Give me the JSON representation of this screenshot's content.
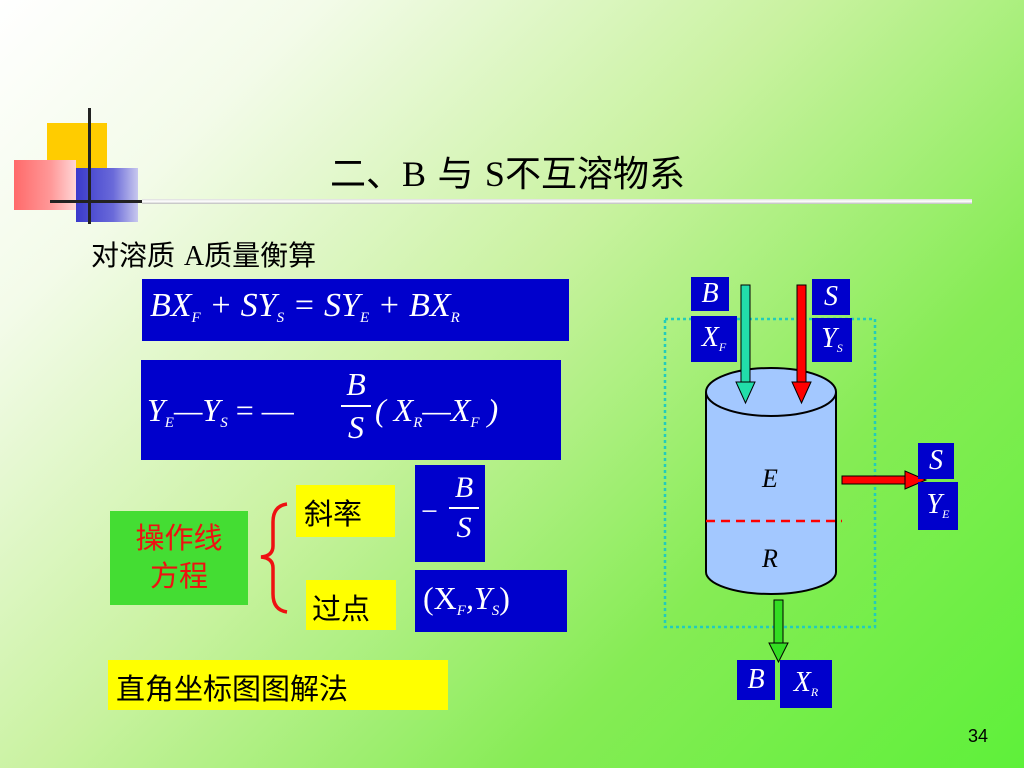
{
  "slide": {
    "title_pre": "二、",
    "title_b": "B",
    "title_mid": " 与 ",
    "title_s": "S",
    "title_post": "不互溶物系",
    "subtitle_pre": "对溶质 ",
    "subtitle_a": "A",
    "subtitle_post": "质量衡算",
    "page_number": "34"
  },
  "equations": {
    "eq1": {
      "t1": "BX",
      "s1": "F",
      "t2": " + SY",
      "s2": "S",
      "t3": " = SY",
      "s3": "E",
      "t4": " + BX",
      "s4": "R"
    },
    "eq2": {
      "t1": "Y",
      "s1": "E",
      "t2": "—Y",
      "s2": "S",
      "t3": " = —",
      "num": "B",
      "den": "S",
      "t4": "( X",
      "s4": "R",
      "t5": "—X",
      "s5": "F",
      "t6": " )"
    },
    "slope_value": {
      "sign": "−",
      "num": "B",
      "den": "S"
    },
    "point_value": {
      "t1": "(X",
      "s1": "F",
      "t2": ",Y",
      "s2": "S",
      "t3": ")"
    }
  },
  "labels": {
    "slope": "斜率",
    "point": "过点",
    "operating_line_line1": "操作线",
    "operating_line_line2": "方程",
    "graphical_method": "直角坐标图图解法"
  },
  "diagram": {
    "feed": {
      "name": "B",
      "sub_main": "X",
      "sub": "F"
    },
    "solvent": {
      "name": "S",
      "sub_main": "Y",
      "sub": "S"
    },
    "extract": {
      "name": "S",
      "sub_main": "Y",
      "sub": "E"
    },
    "raffinate": {
      "name": "B",
      "sub_main": "X",
      "sub": "R"
    },
    "upper_phase": "E",
    "lower_phase": "R",
    "colors": {
      "feed_arrow": "#22ddaa",
      "solvent_arrow": "#ff0000",
      "extract_arrow": "#ff0000",
      "raffinate_arrow": "#33dd22",
      "tank_fill": "#a3c8ff",
      "interface": "#ff0000",
      "boundary": "#22ccbb"
    }
  }
}
